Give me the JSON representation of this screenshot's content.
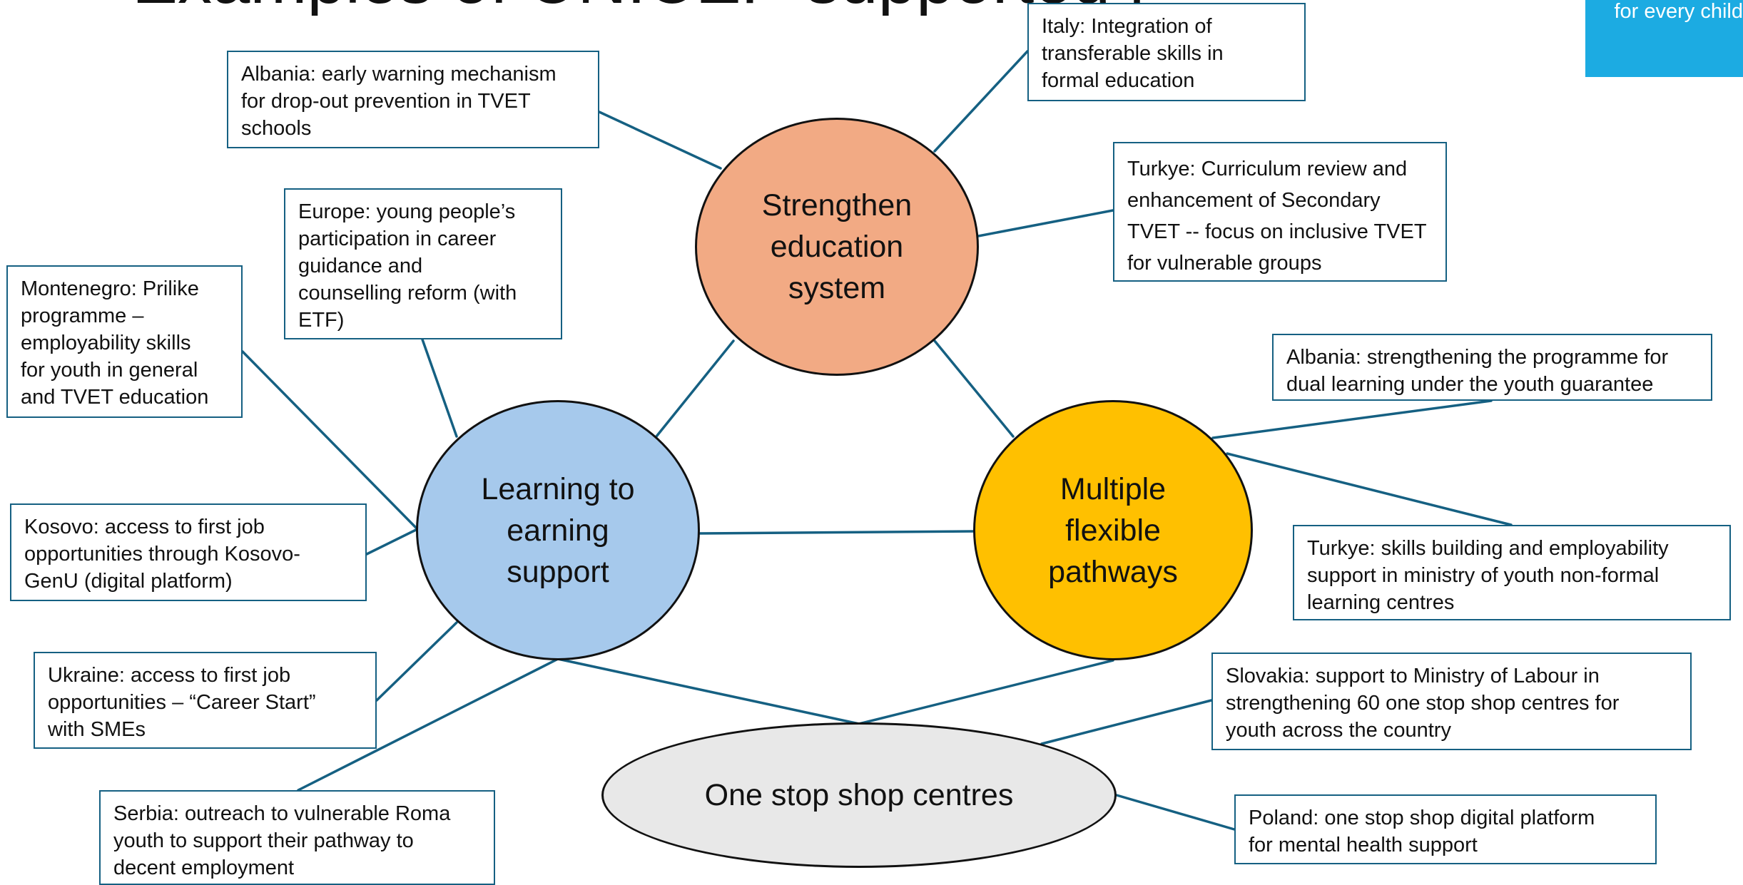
{
  "header": {
    "title": "Examples of UNICEF-supported initiatives",
    "brand_tagline": "for every child"
  },
  "nodes": {
    "education": "Strengthen\neducation\nsystem",
    "learning": "Learning to\nearning\nsupport",
    "pathways": "Multiple\nflexible\npathways",
    "one_stop": "One stop shop centres"
  },
  "examples": {
    "italy": "Italy: Integration of\ntransferable skills in\nformal education",
    "albania_dropout": "Albania: early warning mechanism\nfor drop-out prevention in TVET\nschools",
    "turkye_curriculum": "Turkye: Curriculum review and\nenhancement of Secondary\nTVET -- focus on inclusive TVET\nfor vulnerable groups",
    "europe": "Europe: young people’s\nparticipation in career\nguidance and\ncounselling reform (with\nETF)",
    "montenegro": "Montenegro: Prilike\nprogramme –\nemployability skills\nfor youth in general\nand TVET education",
    "albania_dual": "Albania: strengthening the programme for\ndual learning under the youth guarantee",
    "kosovo": "Kosovo: access to first job\nopportunities through Kosovo-\nGenU (digital platform)",
    "turkye_skills": "Turkye: skills building and employability\nsupport  in ministry of youth  non-formal\nlearning centres",
    "ukraine": "Ukraine: access to first job\nopportunities – “Career Start”\nwith SMEs",
    "slovakia": "Slovakia: support to Ministry of Labour in\nstrengthening 60 one stop shop centres for\nyouth across the country",
    "serbia": "Serbia: outreach to vulnerable Roma\nyouth to support their pathway to\ndecent  employment",
    "poland": "Poland: one stop shop digital platform\nfor mental health support"
  },
  "colors": {
    "education": "#F2AA84",
    "learning": "#A6C9EC",
    "pathways": "#FFC000",
    "one_stop": "#E8E8E8",
    "connector": "#156082",
    "brand": "#1CABE2"
  }
}
